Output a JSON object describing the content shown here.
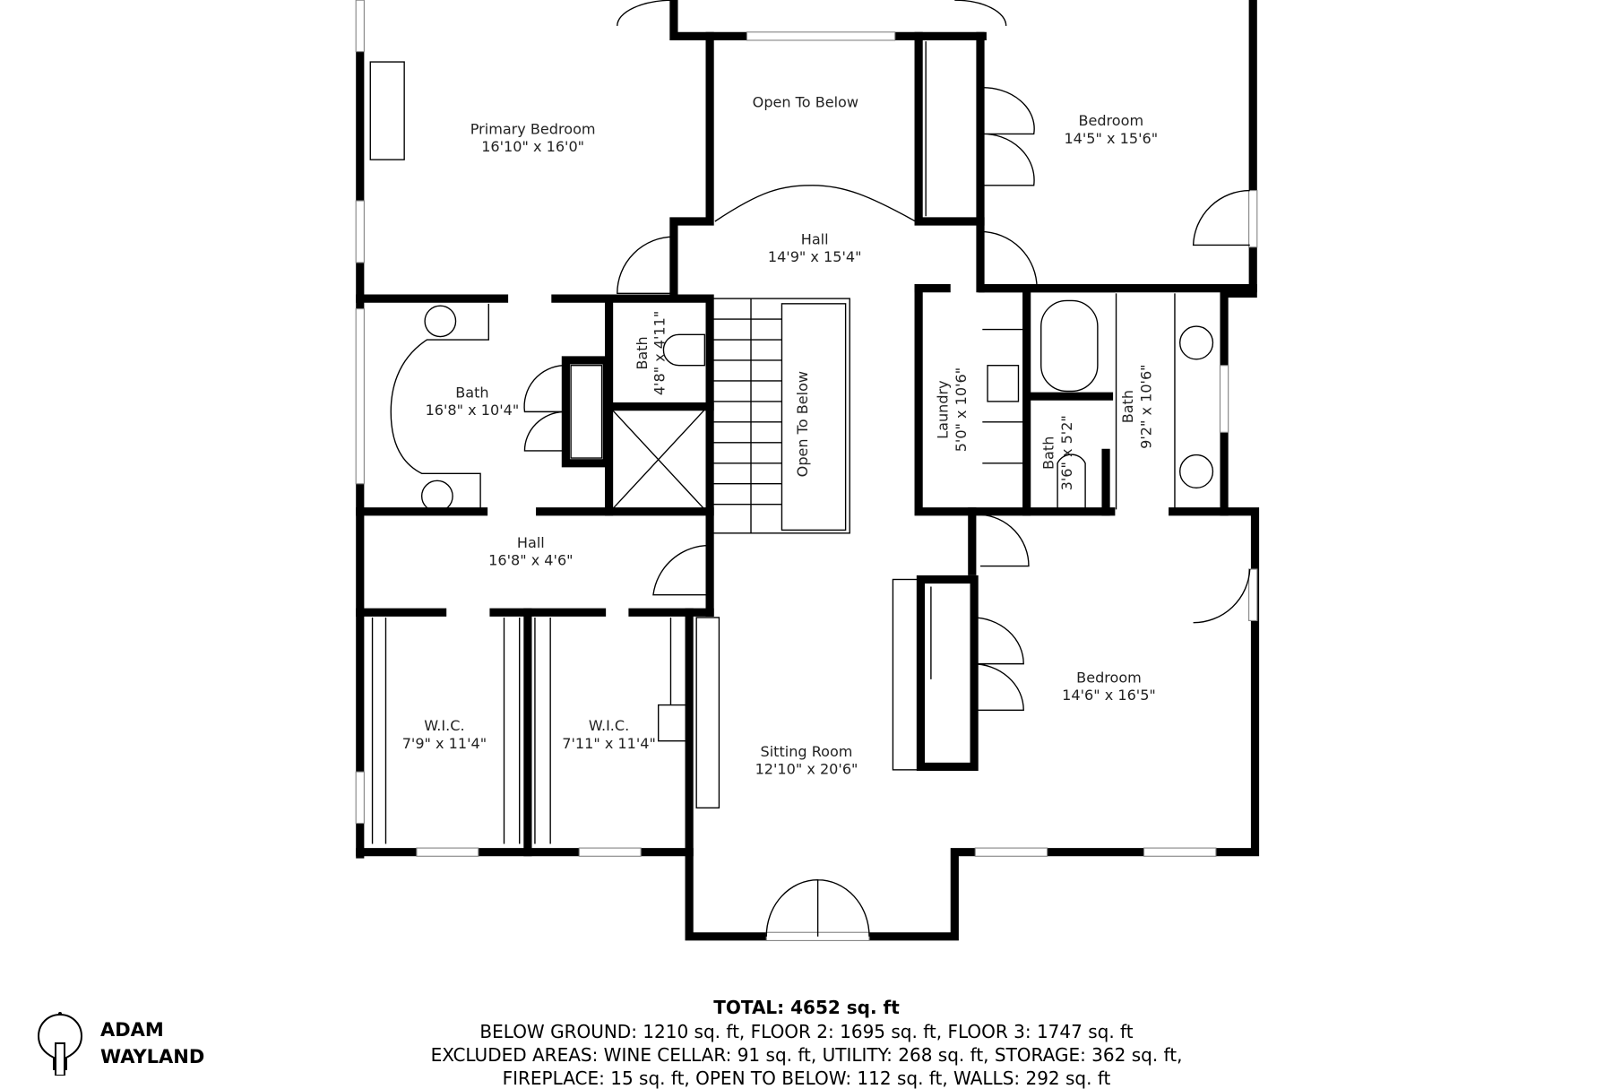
{
  "rooms": {
    "primary_bedroom": {
      "name": "Primary Bedroom",
      "size": "16'10\" x 16'0\""
    },
    "open_to_below_top": {
      "name": "Open To Below"
    },
    "bedroom_ne": {
      "name": "Bedroom",
      "size": "14'5\" x 15'6\""
    },
    "hall_upper": {
      "name": "Hall",
      "size": "14'9\" x 15'4\""
    },
    "bath_primary": {
      "name": "Bath",
      "size": "16'8\" x 10'4\""
    },
    "bath_small": {
      "name": "Bath",
      "size": "4'8\" x 4'11\""
    },
    "open_to_below_stair": {
      "name": "Open To Below"
    },
    "laundry": {
      "name": "Laundry",
      "size": "5'0\" x 10'6\""
    },
    "bath_tiny": {
      "name": "Bath",
      "size": "3'6\" x 5'2\""
    },
    "bath_east": {
      "name": "Bath",
      "size": "9'2\" x 10'6\""
    },
    "hall_lower": {
      "name": "Hall",
      "size": "16'8\" x 4'6\""
    },
    "wic_1": {
      "name": "W.I.C.",
      "size": "7'9\" x 11'4\""
    },
    "wic_2": {
      "name": "W.I.C.",
      "size": "7'11\" x 11'4\""
    },
    "sitting_room": {
      "name": "Sitting Room",
      "size": "12'10\" x 20'6\""
    },
    "bedroom_se": {
      "name": "Bedroom",
      "size": "14'6\" x 16'5\""
    }
  },
  "summary": {
    "total": "TOTAL: 4652 sq. ft",
    "line1": "BELOW GROUND: 1210 sq. ft, FLOOR 2: 1695 sq. ft, FLOOR 3: 1747 sq. ft",
    "line2": "EXCLUDED AREAS: WINE CELLAR: 91 sq. ft, UTILITY: 268 sq. ft, STORAGE: 362 sq. ft,",
    "line3": "FIREPLACE: 15 sq. ft, OPEN TO BELOW: 112 sq. ft, WALLS: 292 sq. ft"
  },
  "logo": {
    "line1": "ADAM",
    "line2": "WAYLAND",
    "icon": "lightbulb-icon"
  }
}
